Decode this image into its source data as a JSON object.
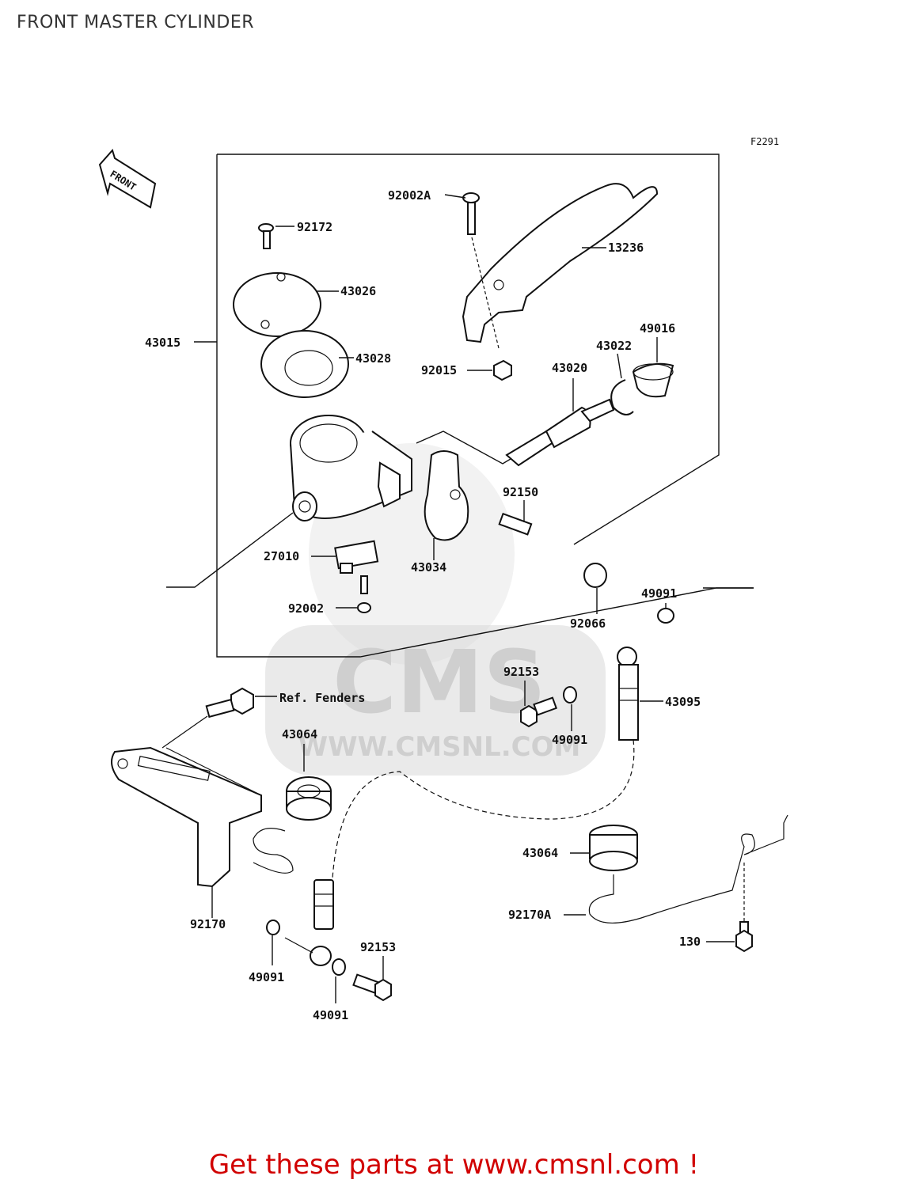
{
  "title": "FRONT MASTER CYLINDER",
  "figure_code": "F2291",
  "front_label": "FRONT",
  "watermark": {
    "logo": "CMS",
    "url": "WWW.CMSNL.COM"
  },
  "footer": "Get these parts at www.cmsnl.com !",
  "parts": [
    {
      "id": "p92002A",
      "label": "92002A"
    },
    {
      "id": "p92172",
      "label": "92172"
    },
    {
      "id": "p13236",
      "label": "13236"
    },
    {
      "id": "p43026",
      "label": "43026"
    },
    {
      "id": "p43015",
      "label": "43015"
    },
    {
      "id": "p43028",
      "label": "43028"
    },
    {
      "id": "p49016",
      "label": "49016"
    },
    {
      "id": "p43022",
      "label": "43022"
    },
    {
      "id": "p92015",
      "label": "92015"
    },
    {
      "id": "p43020",
      "label": "43020"
    },
    {
      "id": "p92150",
      "label": "92150"
    },
    {
      "id": "p27010",
      "label": "27010"
    },
    {
      "id": "p43034",
      "label": "43034"
    },
    {
      "id": "p92002",
      "label": "92002"
    },
    {
      "id": "p92066",
      "label": "92066"
    },
    {
      "id": "p49091a",
      "label": "49091"
    },
    {
      "id": "p92153a",
      "label": "92153"
    },
    {
      "id": "p43095",
      "label": "43095"
    },
    {
      "id": "pRefFenders",
      "label": "Ref. Fenders"
    },
    {
      "id": "p49091b",
      "label": "49091"
    },
    {
      "id": "p43064a",
      "label": "43064"
    },
    {
      "id": "p43064b",
      "label": "43064"
    },
    {
      "id": "p92170A",
      "label": "92170A"
    },
    {
      "id": "p92170",
      "label": "92170"
    },
    {
      "id": "p130",
      "label": "130"
    },
    {
      "id": "p92153b",
      "label": "92153"
    },
    {
      "id": "p49091c",
      "label": "49091"
    },
    {
      "id": "p49091d",
      "label": "49091"
    }
  ]
}
